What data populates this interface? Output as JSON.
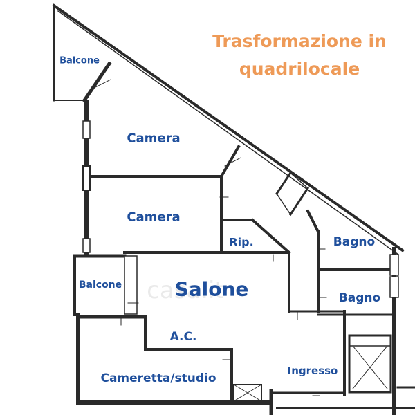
{
  "title": {
    "line1": "Trasformazione in",
    "line2": "quadrilocale"
  },
  "rooms": {
    "balcone_top": "Balcone",
    "camera_1": "Camera",
    "camera_2": "Camera",
    "rip": "Rip.",
    "bagno_1": "Bagno",
    "balcone_left": "Balcone",
    "salone": "Salone",
    "bagno_2": "Bagno",
    "ac": "A.C.",
    "cameretta": "Cameretta/studio",
    "ingresso": "Ingresso"
  },
  "watermark": "casa.it",
  "colors": {
    "title": "#ee9a57",
    "labels": "#1f4f9c",
    "walls": "#2a2a2a"
  }
}
